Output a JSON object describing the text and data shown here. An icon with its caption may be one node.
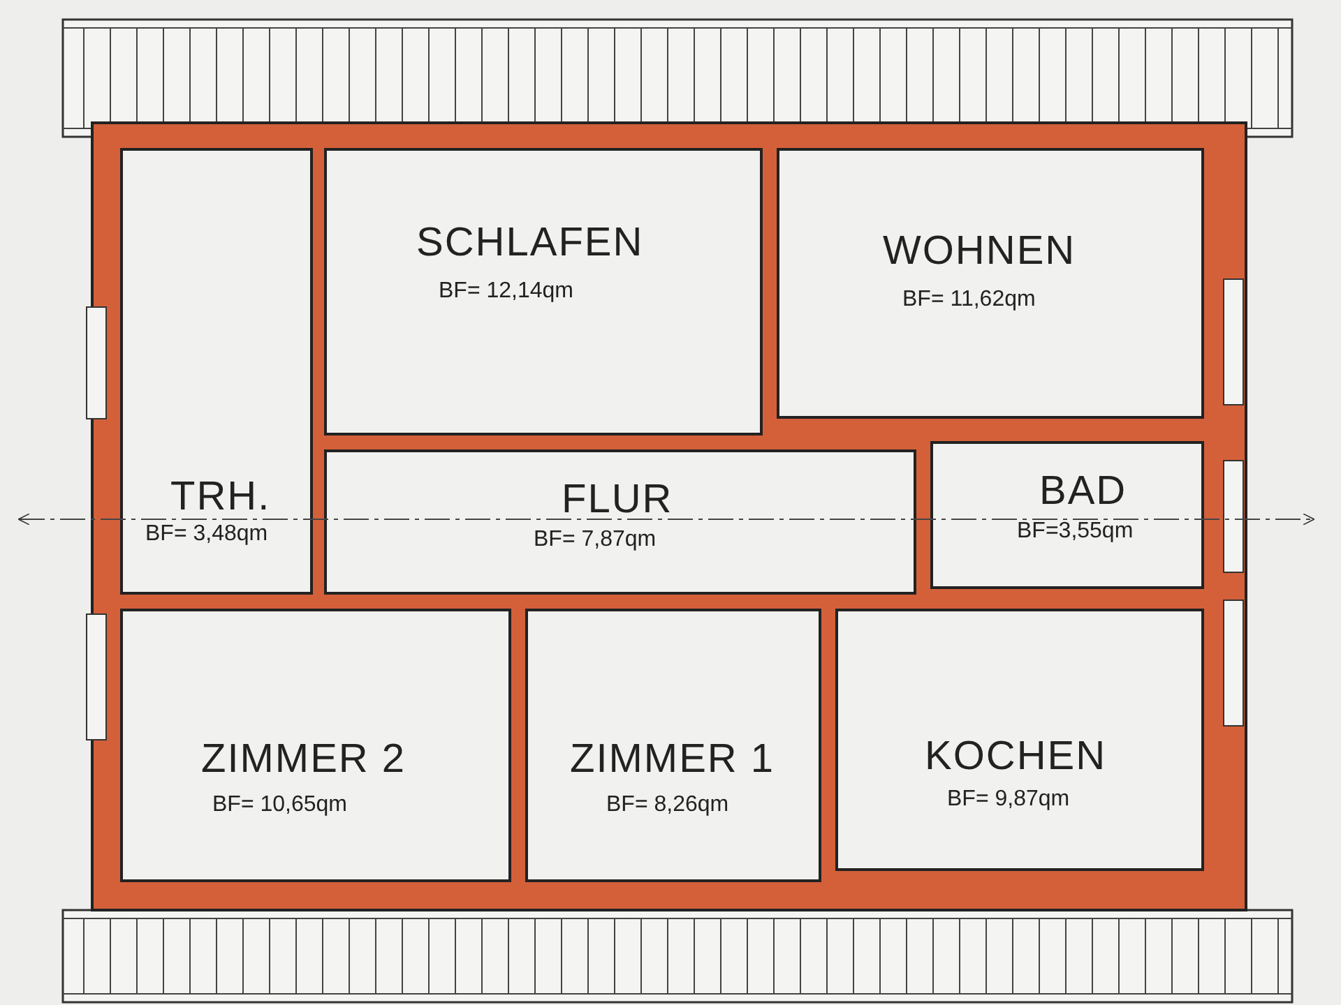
{
  "diagram": {
    "nodes": [
      {
        "text": [
          "SCHLAFEN",
          "BF= 12,14qm"
        ]
      },
      {
        "text": [
          "WOHNEN",
          "BF= 11,62qm"
        ]
      },
      {
        "text": [
          "TRH.",
          "BF= 3,48qm"
        ]
      },
      {
        "text": [
          "FLUR",
          "BF= 7,87qm"
        ]
      },
      {
        "text": [
          "BAD",
          "BF=3,55qm"
        ]
      },
      {
        "text": [
          "ZIMMER 2",
          "BF= 10,65qm"
        ]
      },
      {
        "text": [
          "ZIMMER 1",
          "BF= 8,26qm"
        ]
      },
      {
        "text": [
          "KOCHEN",
          "BF= 9,87qm"
        ]
      }
    ]
  }
}
